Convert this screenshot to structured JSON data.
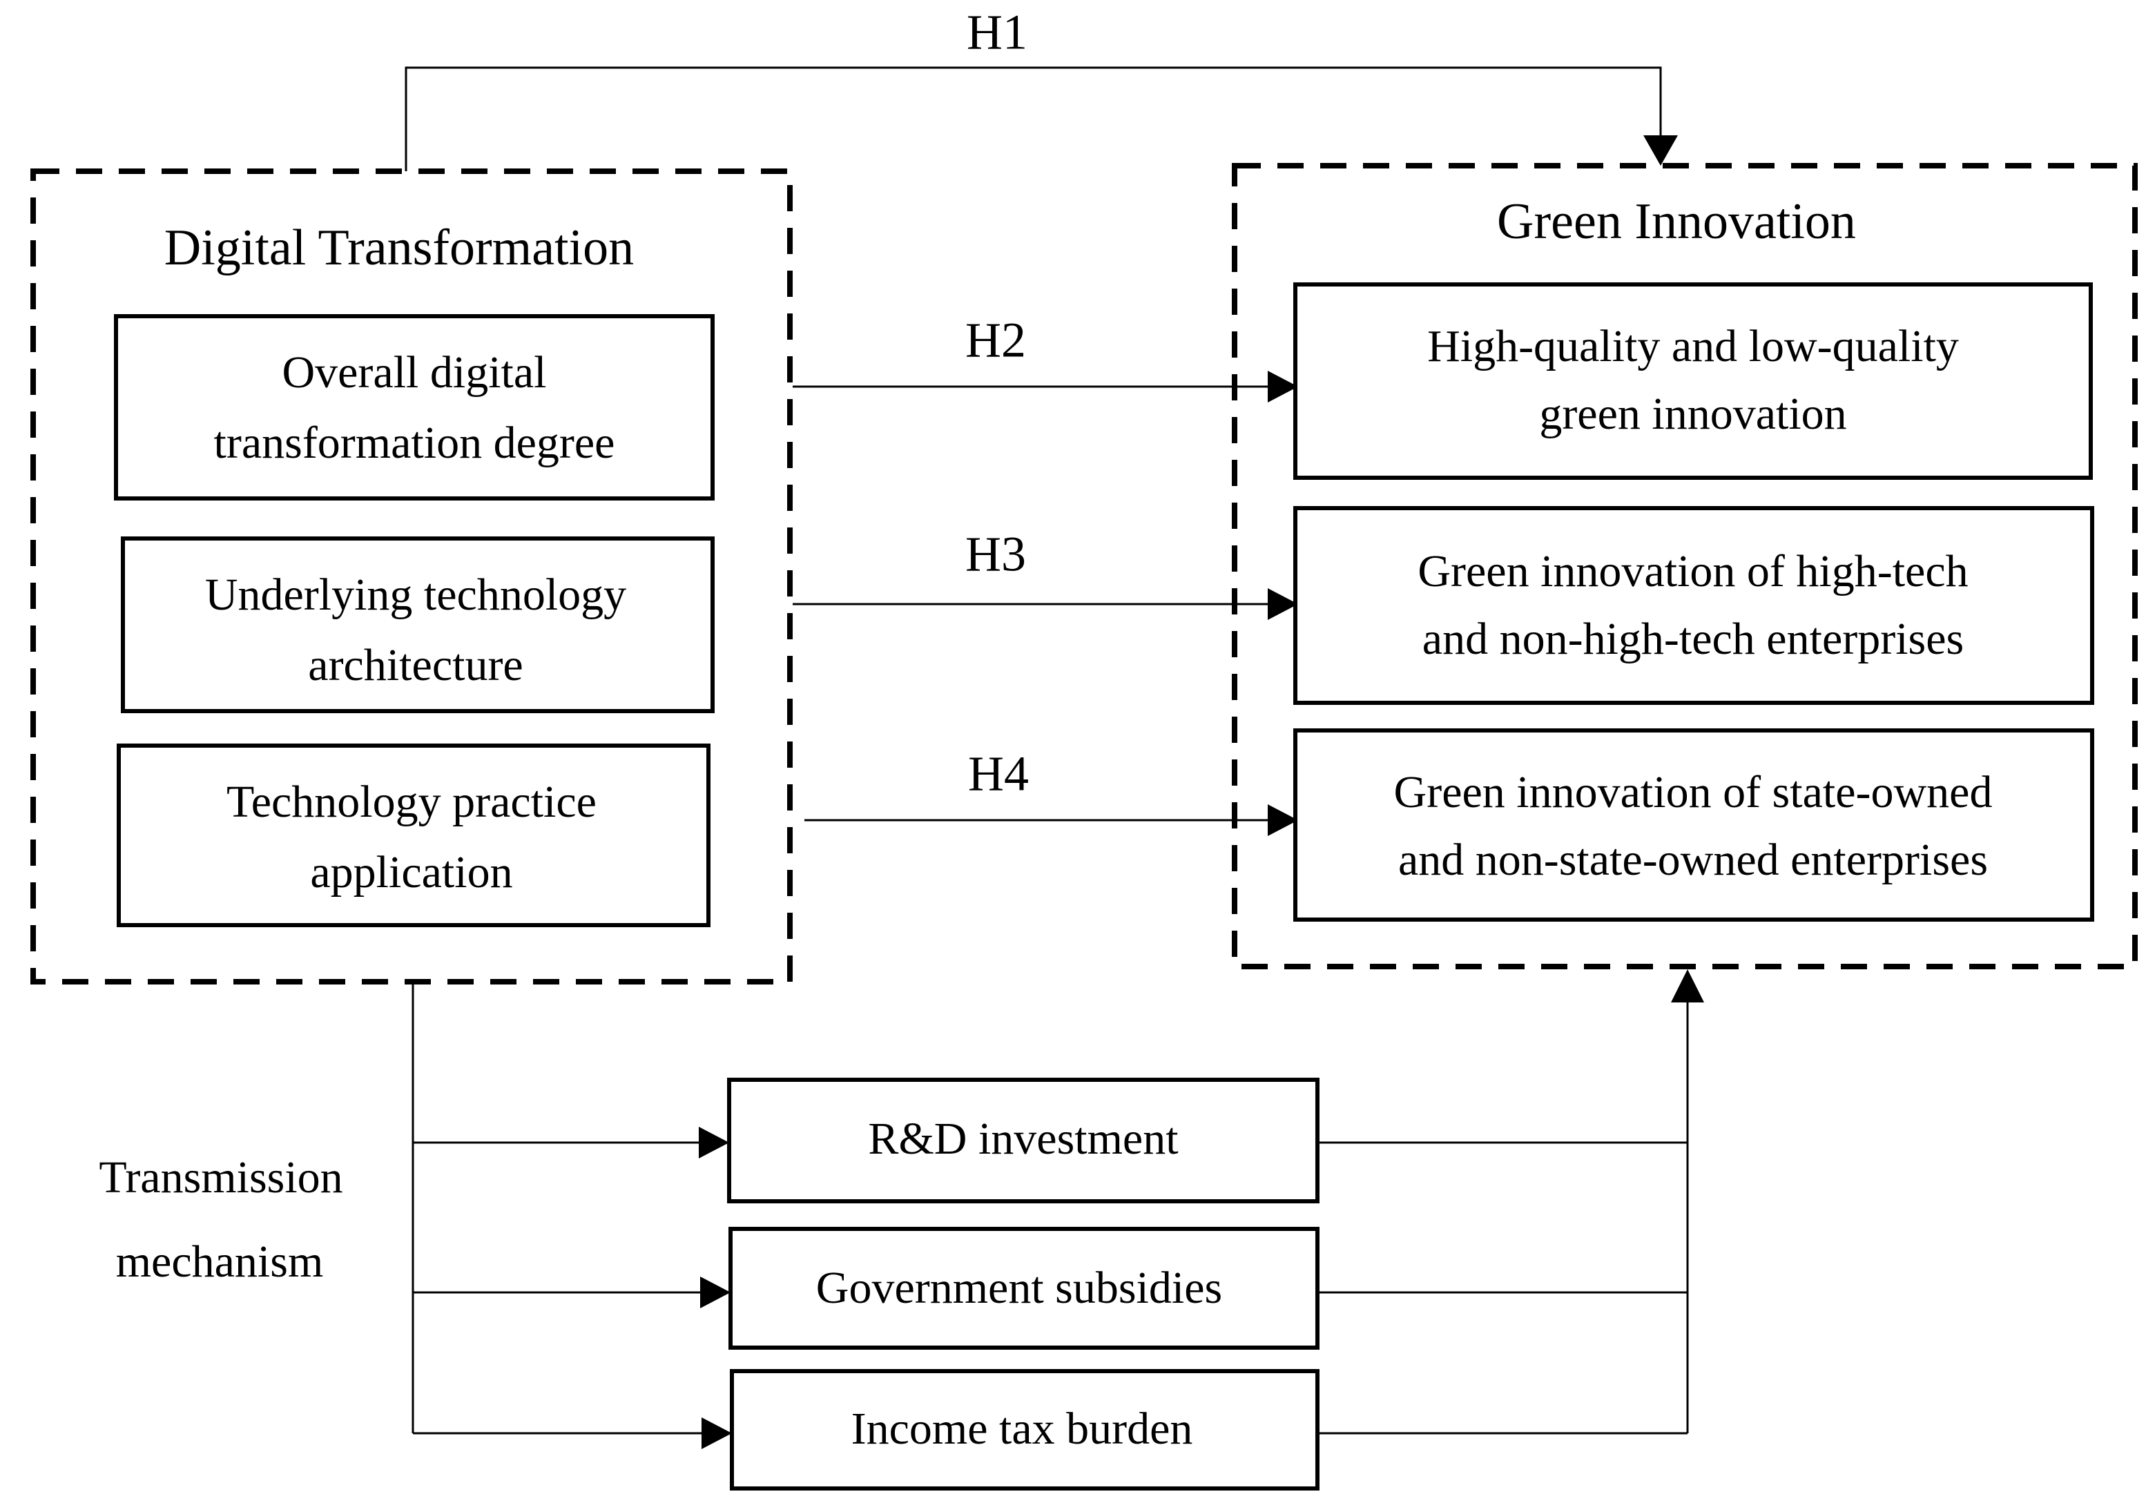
{
  "groups": {
    "digital_transformation": {
      "title": "Digital Transformation",
      "items": [
        {
          "line1": "Overall digital",
          "line2": "transformation degree"
        },
        {
          "line1": "Underlying technology",
          "line2": "architecture"
        },
        {
          "line1": "Technology practice",
          "line2": "application"
        }
      ]
    },
    "green_innovation": {
      "title": "Green Innovation",
      "items": [
        {
          "line1": "High-quality and low-quality",
          "line2": "green innovation"
        },
        {
          "line1": "Green innovation of high-tech",
          "line2": "and non-high-tech enterprises"
        },
        {
          "line1": "Green innovation of state-owned",
          "line2": "and non-state-owned enterprises"
        }
      ]
    }
  },
  "hypotheses": {
    "h1": "H1",
    "h2": "H2",
    "h3": "H3",
    "h4": "H4"
  },
  "mechanism": {
    "label_line1": "Transmission",
    "label_line2": "mechanism",
    "items": [
      "R&D investment",
      "Government subsidies",
      "Income tax burden"
    ]
  }
}
